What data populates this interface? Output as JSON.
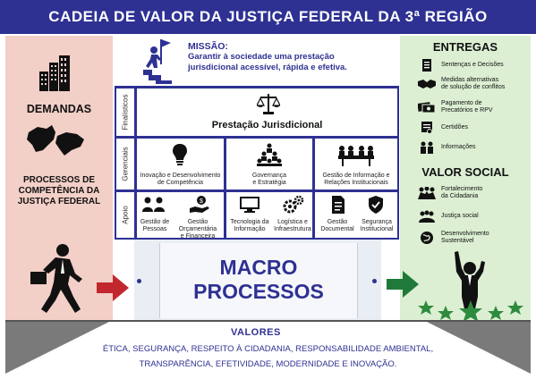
{
  "header": {
    "title": "CADEIA DE VALOR DA JUSTIÇA FEDERAL DA 3ª REGIÃO"
  },
  "left": {
    "demandas": "DEMANDAS",
    "processos": [
      "PROCESSOS DE",
      "COMPETÊNCIA DA",
      "JUSTIÇA FEDERAL"
    ]
  },
  "missao": {
    "title": "MISSÃO:",
    "lines": [
      "Garantir à sociedade uma prestação",
      "jurisdicional acessível, rápida e efetiva."
    ]
  },
  "processos": {
    "rows": {
      "finalisticos": "Finalísticos",
      "gerenciais": "Gerenciais",
      "apoio": "Apoio"
    },
    "finalistico": {
      "label": "Prestação Jurisdicional",
      "icon": "scales-icon"
    },
    "gerenciais": [
      {
        "lines": [
          "Inovação e Desenvolvimento",
          "de Competência"
        ],
        "icon": "lightbulb-icon"
      },
      {
        "lines": [
          "Governança",
          "e Estratégia"
        ],
        "icon": "people-pyramid-icon"
      },
      {
        "lines": [
          "Gestão de Informação e",
          "Relações Institucionais"
        ],
        "icon": "meeting-table-icon"
      }
    ],
    "apoio": [
      {
        "lines": [
          "Gestão de",
          "Pessoas"
        ],
        "icon": "people-icon"
      },
      {
        "lines": [
          "Gestão Orçamentária",
          "e Financeira"
        ],
        "icon": "hand-money-icon"
      },
      {
        "lines": [
          "Tecnologia da",
          "Informação"
        ],
        "icon": "computer-icon"
      },
      {
        "lines": [
          "Logística e",
          "Infraestrutura"
        ],
        "icon": "gears-icon"
      },
      {
        "lines": [
          "Gestão",
          "Documental"
        ],
        "icon": "document-icon"
      },
      {
        "lines": [
          "Segurança",
          "Institucional"
        ],
        "icon": "shield-icon"
      }
    ]
  },
  "macro": {
    "line1": "MACRO",
    "line2": "PROCESSOS"
  },
  "entregas": {
    "title": "ENTREGAS",
    "items": [
      {
        "lines": [
          "Sentenças e Decisões"
        ],
        "icon": "document-list-icon"
      },
      {
        "lines": [
          "Medidas alternativas",
          "de solução de conflitos"
        ],
        "icon": "handshake-icon"
      },
      {
        "lines": [
          "Pagamento de",
          "Precatórios e RPV"
        ],
        "icon": "money-icon"
      },
      {
        "lines": [
          "Certidões"
        ],
        "icon": "certificate-icon"
      },
      {
        "lines": [
          "Informações"
        ],
        "icon": "people-info-icon"
      }
    ]
  },
  "valor_social": {
    "title": "VALOR SOCIAL",
    "items": [
      {
        "lines": [
          "Fortalecimento",
          "da Cidadania"
        ],
        "icon": "hands-icon"
      },
      {
        "lines": [
          "Justiça social"
        ],
        "icon": "group-icon"
      },
      {
        "lines": [
          "Desenvolvimento",
          "Sustentável"
        ],
        "icon": "globe-icon"
      }
    ]
  },
  "valores": {
    "title": "VALORES",
    "lines": [
      "ÉTICA, SEGURANÇA, RESPEITO À CIDADANIA, RESPONSABILIDADE AMBIENTAL,",
      "TRANSPARÊNCIA, EFETIVIDADE, MODERNIDADE E INOVAÇÃO."
    ]
  },
  "colors": {
    "navy": "#2e3192",
    "pink": "#f2cfc7",
    "green": "#dcefd3",
    "arrow_red": "#c1272d",
    "arrow_green": "#1f7a3a",
    "star": "#2e8b3d"
  }
}
